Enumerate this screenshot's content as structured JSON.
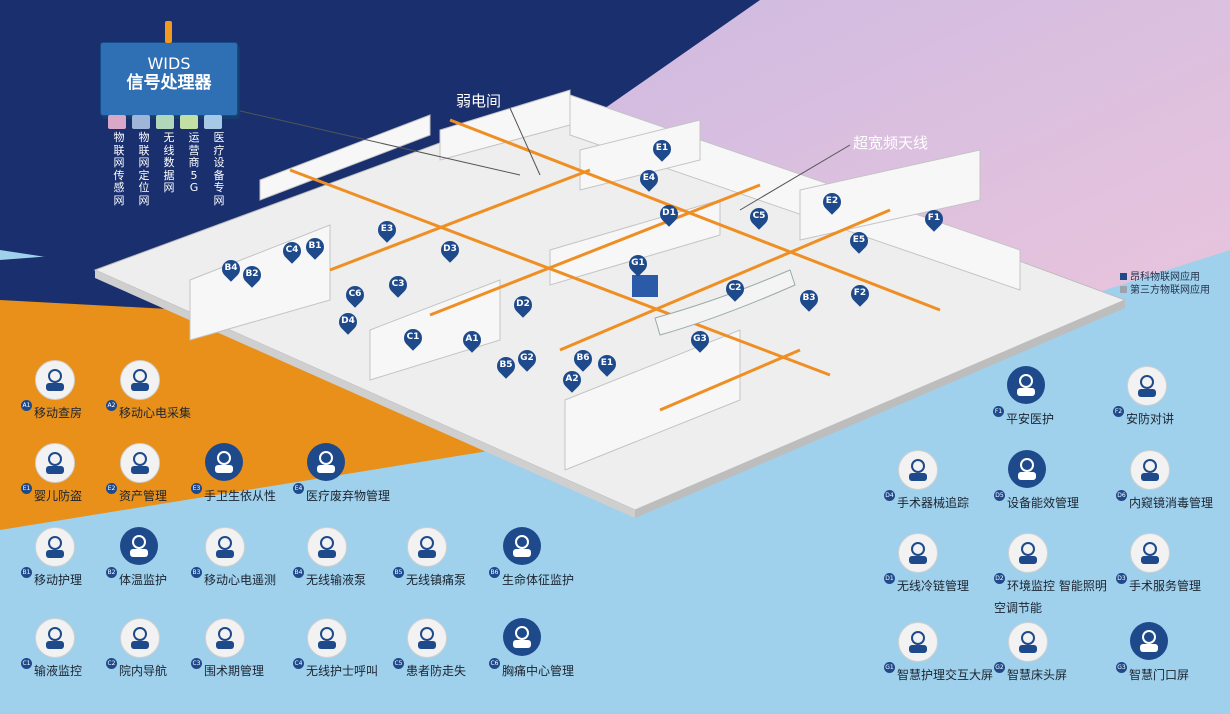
{
  "colors": {
    "navy": "#1a2f6e",
    "orange": "#e8901a",
    "sky": "#9fd0ec",
    "pink": "#e9c6dc",
    "pin": "#1e4a8c",
    "pipe": "#ef8f23"
  },
  "processor": {
    "line1": "WIDS",
    "line2": "信号处理器"
  },
  "networks": [
    "物联网传感网",
    "物联网定位网",
    "无线数据网",
    "运营商5G",
    "医疗设备专网"
  ],
  "labels": {
    "weak_room": "弱电间",
    "antenna": "超宽频天线"
  },
  "legend": [
    "昂科物联网应用",
    "第三方物联网应用"
  ],
  "pins": [
    "E1",
    "E4",
    "D1",
    "C5",
    "E2",
    "F1",
    "E5",
    "E3",
    "D3",
    "C4",
    "B1",
    "B4",
    "B2",
    "C6",
    "C3",
    "D4",
    "D2",
    "G1",
    "C2",
    "B3",
    "F2",
    "C1",
    "A1",
    "G2",
    "B6",
    "E1",
    "B5",
    "A2",
    "G3"
  ],
  "apps": {
    "a1": {
      "code": "A1",
      "label": "移动查房",
      "icon": "doctor-tablet-icon"
    },
    "a2": {
      "code": "A2",
      "label": "移动心电采集",
      "icon": "ecg-device-icon"
    },
    "e1": {
      "code": "E1",
      "label": "婴儿防盗",
      "icon": "baby-icon"
    },
    "e2": {
      "code": "E2",
      "label": "资产管理",
      "icon": "asset-icon"
    },
    "e3": {
      "code": "E3",
      "label": "手卫生依从性",
      "icon": "hand-wash-icon"
    },
    "e4": {
      "code": "E4",
      "label": "医疗废弃物管理",
      "icon": "waste-icon"
    },
    "b1": {
      "code": "B1",
      "label": "移动护理",
      "icon": "nurse-icon"
    },
    "b2": {
      "code": "B2",
      "label": "体温监护",
      "icon": "thermometer-icon"
    },
    "b3": {
      "code": "B3",
      "label": "移动心电遥测",
      "icon": "telemetry-icon"
    },
    "b4": {
      "code": "B4",
      "label": "无线输液泵",
      "icon": "infusion-pump-icon"
    },
    "b5": {
      "code": "B5",
      "label": "无线镇痛泵",
      "icon": "analgesia-pump-icon"
    },
    "b6": {
      "code": "B6",
      "label": "生命体征监护",
      "icon": "vital-signs-icon"
    },
    "c1": {
      "code": "C1",
      "label": "输液监控",
      "icon": "drip-monitor-icon"
    },
    "c2": {
      "code": "C2",
      "label": "院内导航",
      "icon": "navigation-icon"
    },
    "c3": {
      "code": "C3",
      "label": "围术期管理",
      "icon": "perioperative-icon"
    },
    "c4": {
      "code": "C4",
      "label": "无线护士呼叫",
      "icon": "nurse-call-icon"
    },
    "c5": {
      "code": "C5",
      "label": "患者防走失",
      "icon": "wristband-icon"
    },
    "c6": {
      "code": "C6",
      "label": "胸痛中心管理",
      "icon": "chest-pain-icon"
    },
    "f1": {
      "code": "F1",
      "label": "平安医护",
      "icon": "safety-hands-icon"
    },
    "f2": {
      "code": "F2",
      "label": "安防对讲",
      "icon": "walkie-talkie-icon"
    },
    "d4": {
      "code": "D4",
      "label": "手术器械追踪",
      "icon": "surgical-tools-icon"
    },
    "d5": {
      "code": "D5",
      "label": "设备能效管理",
      "icon": "clipboard-icon"
    },
    "d6": {
      "code": "D6",
      "label": "内窥镜消毒管理",
      "icon": "endoscope-icon"
    },
    "d1": {
      "code": "D1",
      "label": "无线冷链管理",
      "icon": "cold-chain-icon"
    },
    "d2": {
      "code": "D2",
      "label": "环境监控 智能照明",
      "icon": "environment-panel-icon",
      "label2": "空调节能"
    },
    "d3": {
      "code": "D3",
      "label": "手术服务管理",
      "icon": "surgical-gown-icon"
    },
    "g1": {
      "code": "G1",
      "label": "智慧护理交互大屏",
      "icon": "large-screen-icon"
    },
    "g2": {
      "code": "G2",
      "label": "智慧床头屏",
      "icon": "bedside-screen-icon"
    },
    "g3": {
      "code": "G3",
      "label": "智慧门口屏",
      "icon": "door-screen-icon"
    }
  }
}
